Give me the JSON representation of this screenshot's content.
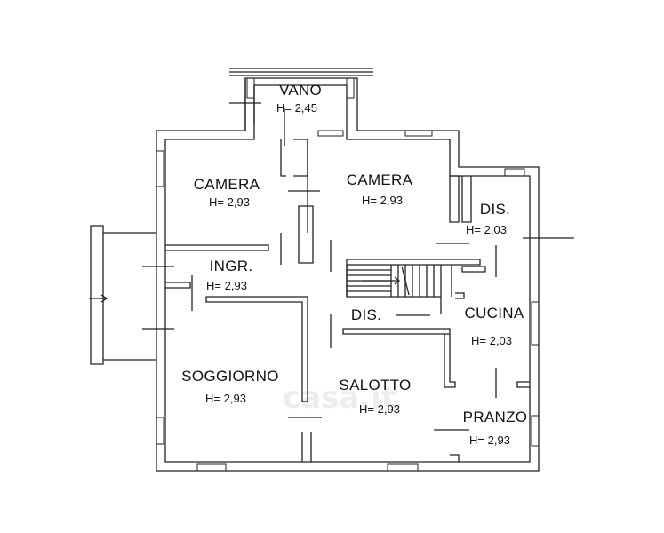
{
  "rooms": {
    "vano": {
      "name": "VANO",
      "height": "H= 2,45"
    },
    "camera1": {
      "name": "CAMERA",
      "height": "H= 2,93"
    },
    "camera2": {
      "name": "CAMERA",
      "height": "H= 2,93"
    },
    "dis1": {
      "name": "DIS.",
      "height": "H= 2,03"
    },
    "ingr": {
      "name": "INGR.",
      "height": "H= 2,93"
    },
    "dis2": {
      "name": "DIS."
    },
    "cucina": {
      "name": "CUCINA",
      "height": "H= 2,03"
    },
    "soggiorno": {
      "name": "SOGGIORNO",
      "height": "H= 2,93"
    },
    "salotto": {
      "name": "SALOTTO",
      "height": "H= 2,93"
    },
    "pranzo": {
      "name": "PRANZO",
      "height": "H= 2,93"
    }
  },
  "watermark": "casa.it"
}
